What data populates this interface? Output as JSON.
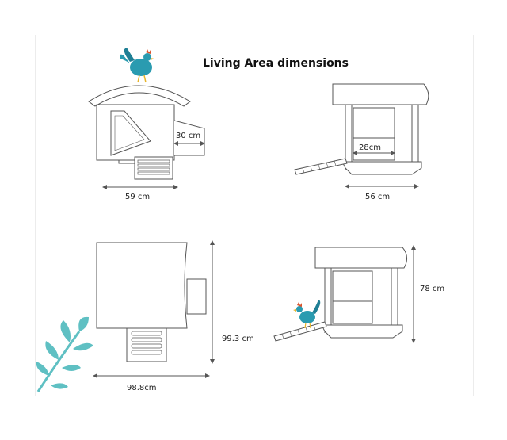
{
  "heading": "Living Area dimensions",
  "dimensions": {
    "front_width": "59 cm",
    "ramp_offset": "30 cm",
    "side_width": "56 cm",
    "inner_box_width": "28cm",
    "top_depth": "99.3 cm",
    "top_width": "98.8cm",
    "side_height": "78 cm"
  },
  "icons": [
    "rooster-icon",
    "leaf-sprig-icon"
  ],
  "colors": {
    "line": "#555555",
    "rooster_body": "#2a9bb0",
    "rooster_comb": "#d9532b",
    "leaf": "#5fc0c3"
  }
}
